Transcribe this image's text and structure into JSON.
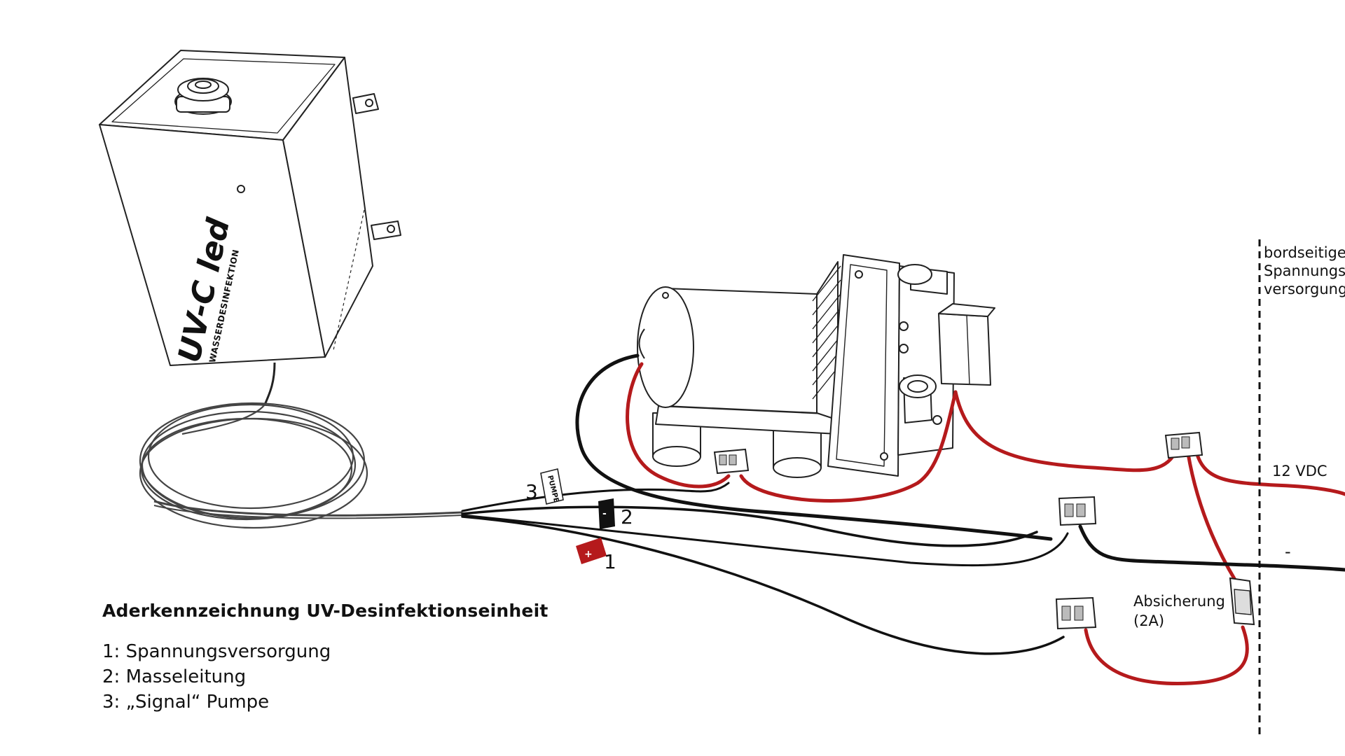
{
  "legend": {
    "title": "Aderkennzeichnung UV-Desinfektionseinheit",
    "items": [
      "1: Spannungsversorgung",
      "2: Masseleitung",
      "3: „Signal“ Pumpe"
    ]
  },
  "wire_markers": {
    "one": "1",
    "two": "2",
    "three": "3",
    "plus_symbol": "+",
    "minus_symbol": "-",
    "pump_tag": "PUMPE"
  },
  "device": {
    "brand": "UV-C led",
    "subtitle": "WASSERDESINFEKTION"
  },
  "labels": {
    "onboard_line1": "bordseitige",
    "onboard_line2": "Spannungs-",
    "onboard_line3": "versorgung",
    "voltage": "12 VDC",
    "minus": "-",
    "fuse_line1": "Absicherung",
    "fuse_line2": "(2A)"
  },
  "colors": {
    "red_wire": "#b51a1c",
    "black_wire": "#111111",
    "line": "#222222"
  },
  "icons": [
    "uv-unit-icon",
    "pump-icon",
    "fuse-holder-icon",
    "terminal-connector-icon"
  ]
}
